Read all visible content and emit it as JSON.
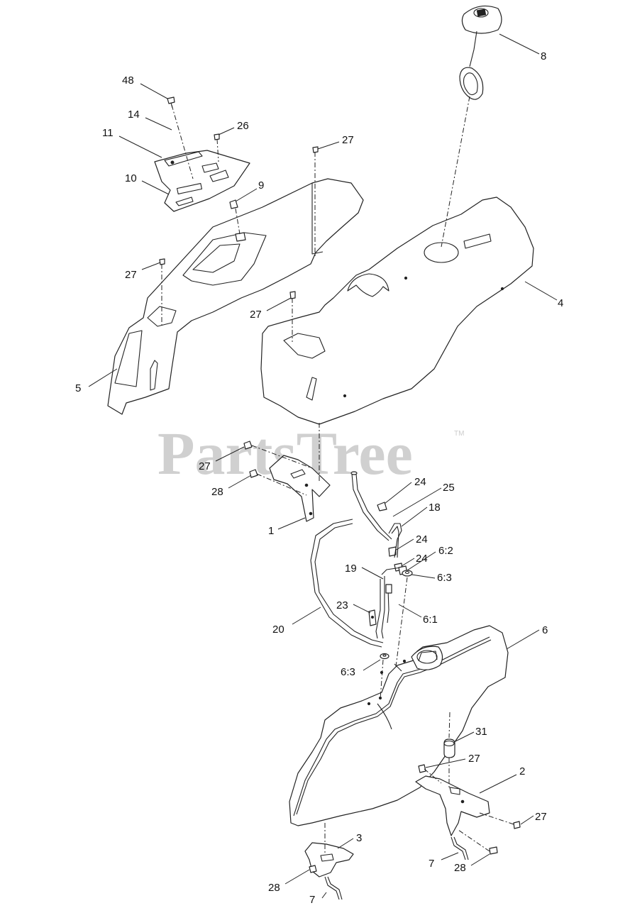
{
  "watermark": {
    "text": "PartsTree",
    "trademark": "TM"
  },
  "labels": {
    "l48": "48",
    "l14": "14",
    "l11": "11",
    "l26": "26",
    "l10": "10",
    "l9": "9",
    "l27a": "27",
    "l27b": "27",
    "l27c": "27",
    "l8": "8",
    "l4": "4",
    "l5": "5",
    "l27d": "27",
    "l28a": "28",
    "l1": "1",
    "l24a": "24",
    "l25": "25",
    "l18": "18",
    "l24b": "24",
    "l24c": "24",
    "l62": "6:2",
    "l19": "19",
    "l63a": "6:3",
    "l23": "23",
    "l61": "6:1",
    "l20": "20",
    "l6": "6",
    "l63b": "6:3",
    "l31": "31",
    "l27e": "27",
    "l2": "2",
    "l27f": "27",
    "l3": "3",
    "l7a": "7",
    "l28b": "28",
    "l28c": "28",
    "l7b": "7"
  }
}
